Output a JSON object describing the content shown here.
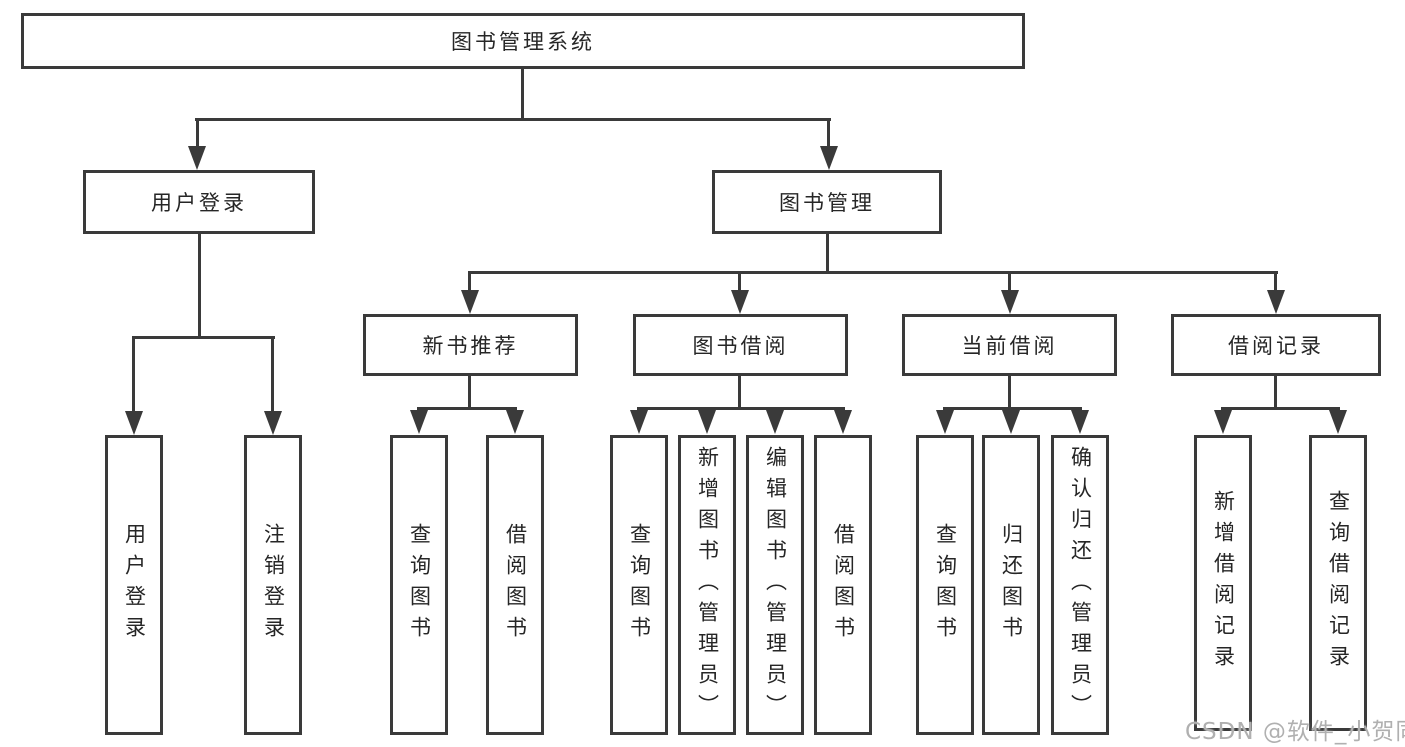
{
  "diagram": {
    "root": {
      "label": "图书管理系统"
    },
    "branches": [
      {
        "label": "用户登录",
        "children": [
          {
            "label": "用户登录"
          },
          {
            "label": "注销登录"
          }
        ]
      },
      {
        "label": "图书管理",
        "children": [
          {
            "label": "新书推荐",
            "children": [
              {
                "label": "查询图书"
              },
              {
                "label": "借阅图书"
              }
            ]
          },
          {
            "label": "图书借阅",
            "children": [
              {
                "label": "查询图书"
              },
              {
                "label": "新增图书（管理员）"
              },
              {
                "label": "编辑图书（管理员）"
              },
              {
                "label": "借阅图书"
              }
            ]
          },
          {
            "label": "当前借阅",
            "children": [
              {
                "label": "查询图书"
              },
              {
                "label": "归还图书"
              },
              {
                "label": "确认归还（管理员）"
              }
            ]
          },
          {
            "label": "借阅记录",
            "children": [
              {
                "label": "新增借阅记录"
              },
              {
                "label": "查询借阅记录"
              }
            ]
          }
        ]
      }
    ],
    "watermark": "CSDN @软件_小贺同学",
    "colors": {
      "line": "#3a3a3a",
      "text": "#262626",
      "watermark": "#b0b0b0",
      "background": "#ffffff"
    }
  }
}
